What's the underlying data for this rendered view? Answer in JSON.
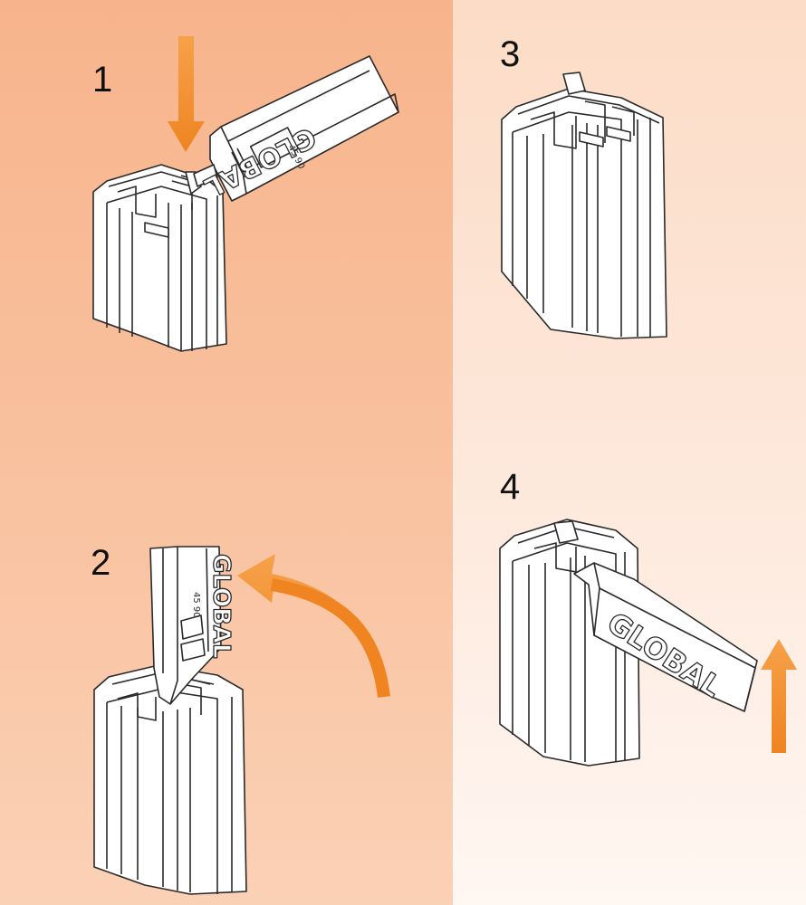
{
  "steps": [
    {
      "number": "1"
    },
    {
      "number": "2"
    },
    {
      "number": "3"
    },
    {
      "number": "4"
    }
  ],
  "tool_lettering": "GLOBAL",
  "tool_small_text": "45 90",
  "colors": {
    "left_panel": "#f7b48c",
    "right_panel": "#fde6d8",
    "arrow": "#f28c28",
    "line": "#2a2a2a",
    "part_fill": "#ffffff"
  },
  "icons": [
    "down-arrow-icon",
    "curved-arrow-icon",
    "up-arrow-icon"
  ]
}
